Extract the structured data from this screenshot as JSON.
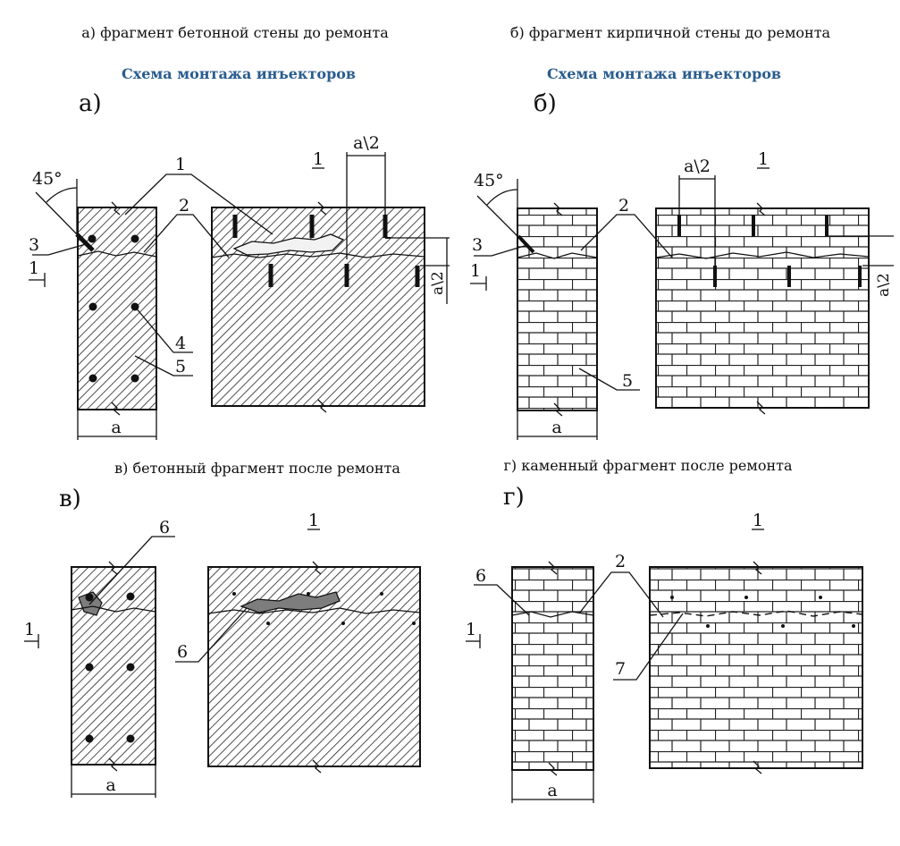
{
  "captions": {
    "a": "а) фрагмент бетонной стены до ремонта",
    "b": "б) фрагмент кирпичной стены до ремонта",
    "v": "в) бетонный фрагмент после ремонта",
    "g": "г) каменный фрагмент после ремонта"
  },
  "scheme_title": "Схема монтажа инъекторов",
  "panel_labels": {
    "a": "а)",
    "b": "б)",
    "v": "в)",
    "g": "г)"
  },
  "labels": {
    "n1": "1",
    "n2": "2",
    "n3": "3",
    "n4": "4",
    "n5": "5",
    "n6": "6",
    "n7": "7",
    "angle": "45°",
    "a": "а",
    "half_a": "а\\2",
    "section": "1"
  },
  "colors": {
    "ink": "#111111",
    "scheme_title": "#2a5d8f",
    "repair_fill": "#7d7d7d",
    "crack_fill": "#f2f2f2"
  }
}
